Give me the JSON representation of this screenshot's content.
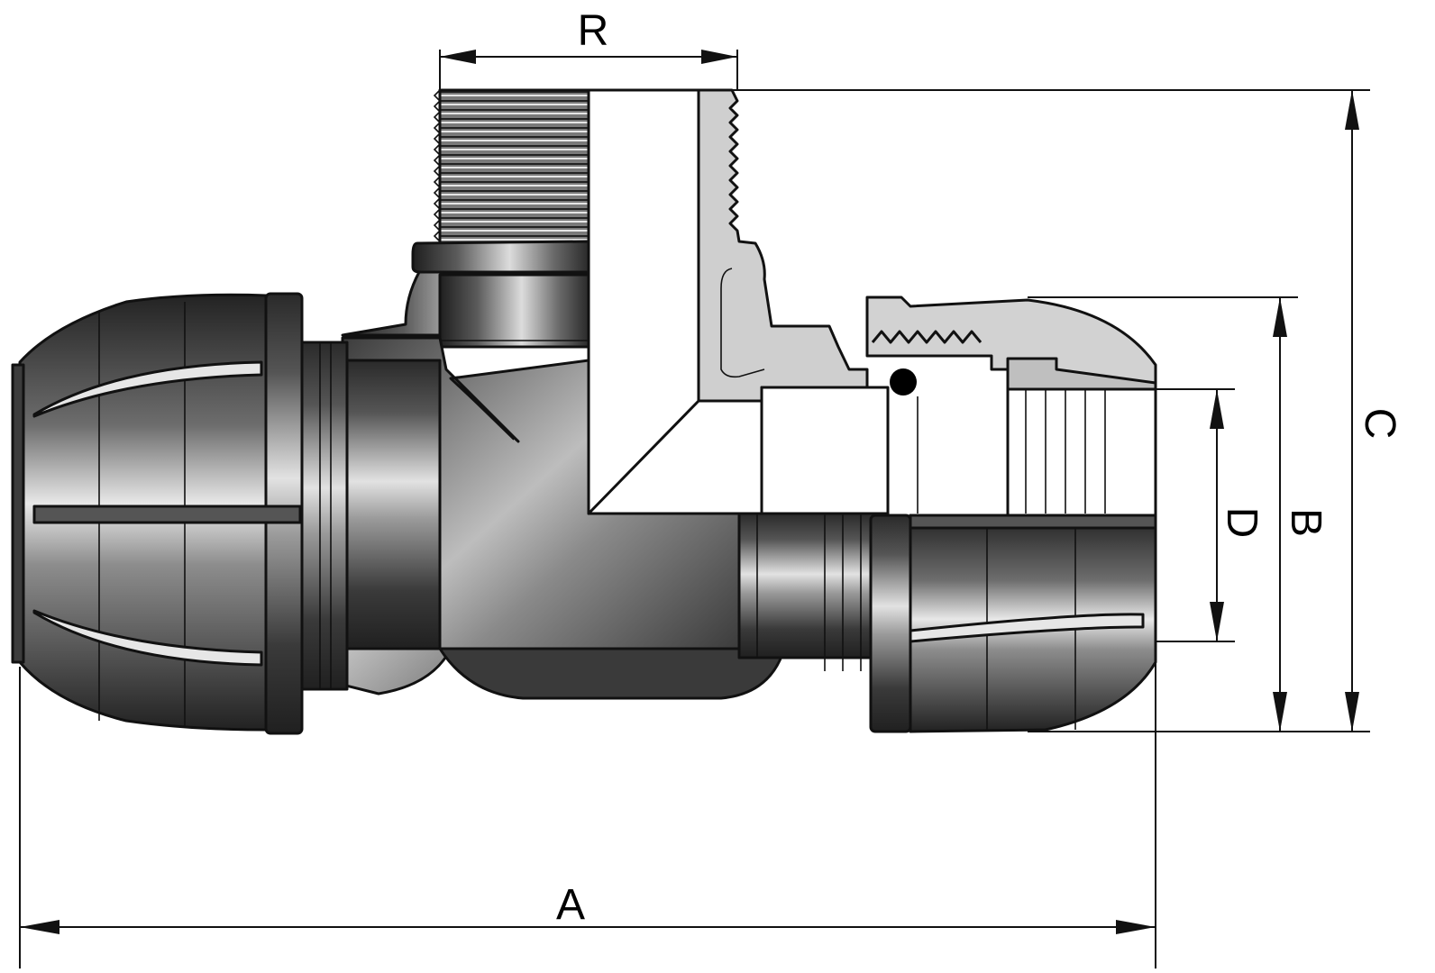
{
  "dimensions": {
    "A": "A",
    "B": "B",
    "C": "C",
    "D": "D",
    "R": "R"
  },
  "colors": {
    "body_dark": "#2f2f2f",
    "body_mid": "#8c8c8c",
    "body_light": "#d9d9d9",
    "section_fill": "#cfcfcf",
    "outline": "#111111",
    "oring": "#000000"
  }
}
